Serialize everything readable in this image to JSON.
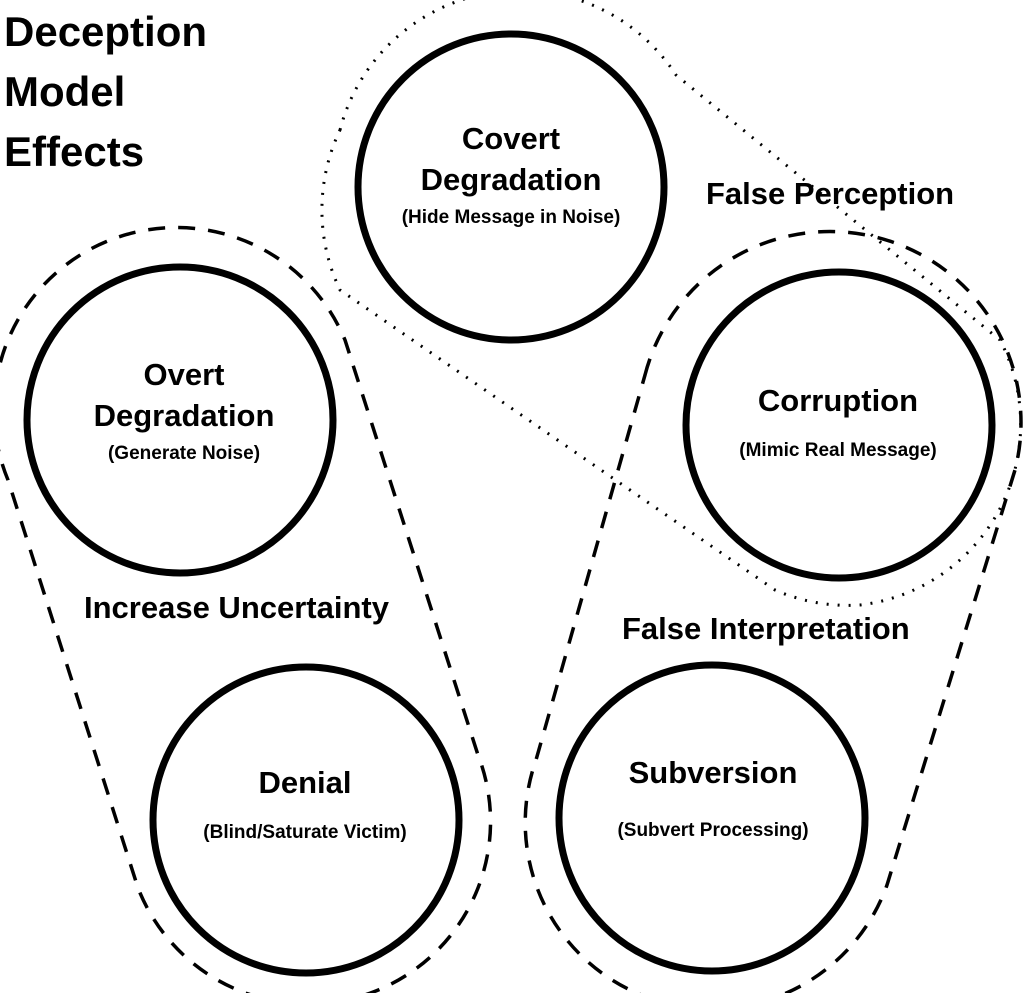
{
  "title": {
    "lines": [
      "Deception",
      "Model",
      "Effects"
    ]
  },
  "nodes": [
    {
      "id": "covert-degradation",
      "name_lines": [
        "Covert",
        "Degradation"
      ],
      "description": "(Hide Message in Noise)"
    },
    {
      "id": "overt-degradation",
      "name_lines": [
        "Overt",
        "Degradation"
      ],
      "description": "(Generate Noise)"
    },
    {
      "id": "corruption",
      "name_lines": [
        "Corruption"
      ],
      "description": "(Mimic Real Message)"
    },
    {
      "id": "denial",
      "name_lines": [
        "Denial"
      ],
      "description": "(Blind/Saturate Victim)"
    },
    {
      "id": "subversion",
      "name_lines": [
        "Subversion"
      ],
      "description": "(Subvert Processing)"
    }
  ],
  "groups": [
    {
      "id": "false-perception",
      "label": "False Perception",
      "style": "dotted",
      "members": [
        "covert-degradation",
        "corruption"
      ]
    },
    {
      "id": "increase-uncertainty",
      "label": "Increase Uncertainty",
      "style": "dashed",
      "members": [
        "overt-degradation",
        "denial"
      ]
    },
    {
      "id": "false-interpretation",
      "label": "False Interpretation",
      "style": "dashed",
      "members": [
        "corruption",
        "subversion"
      ]
    }
  ],
  "colors": {
    "stroke": "#000000",
    "background": "#ffffff",
    "text": "#000000"
  }
}
